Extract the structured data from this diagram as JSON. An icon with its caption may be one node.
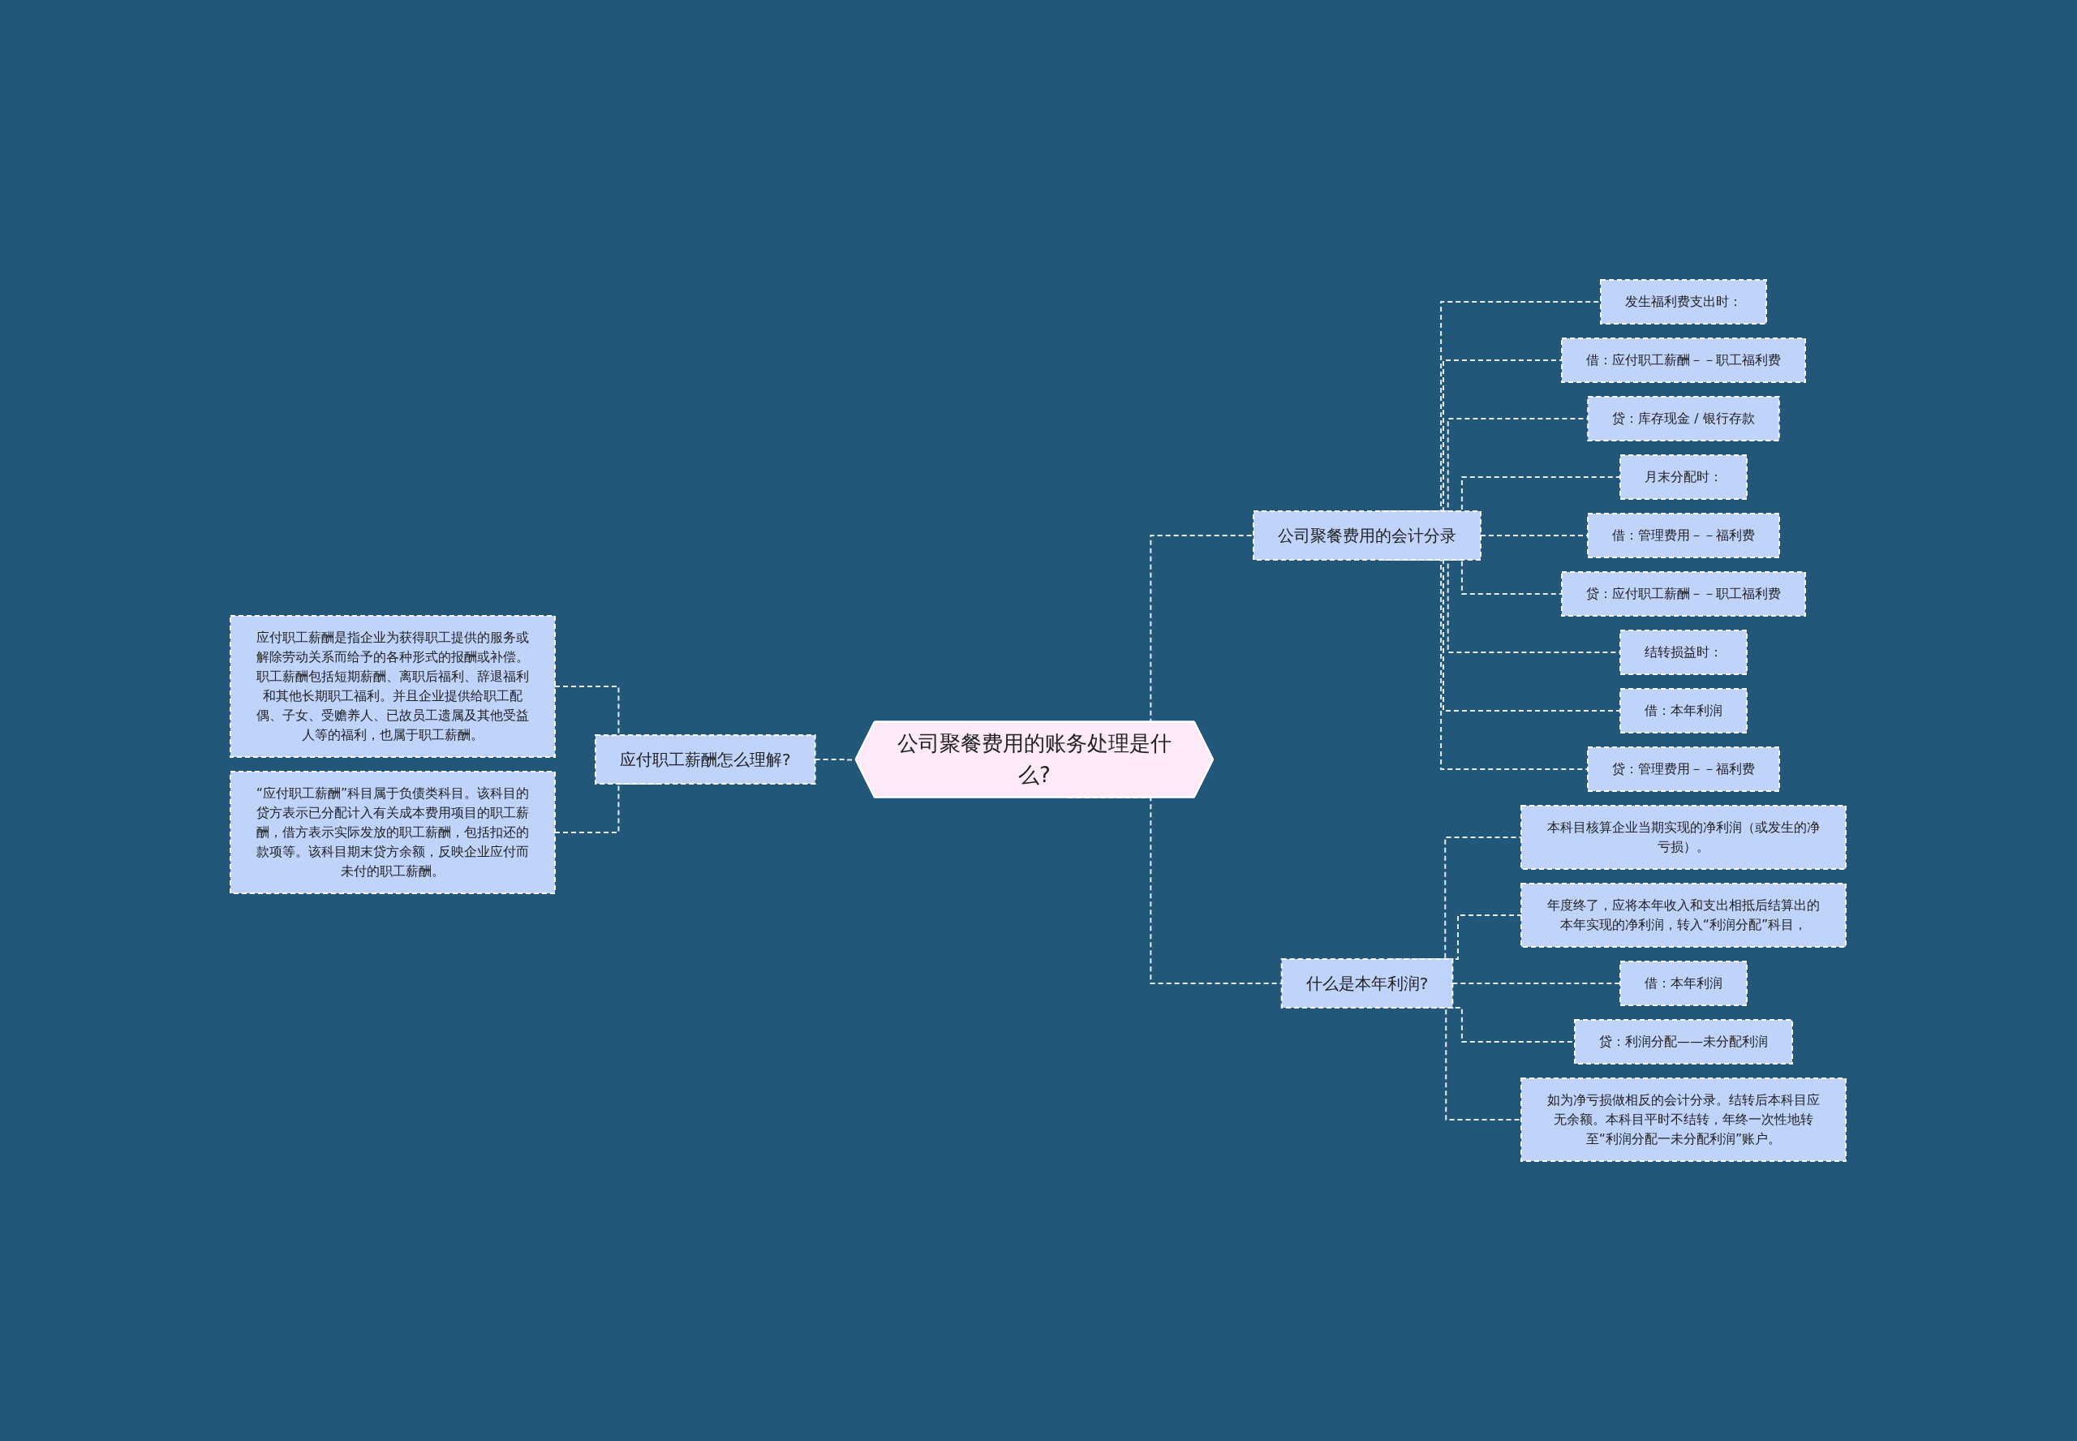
{
  "diagram": {
    "nodes": [
      {
        "text": [
          "公司聚餐费用的账务处理是什么?"
        ]
      },
      {
        "text": [
          "应付职工薪酬怎么理解?"
        ]
      },
      {
        "text": [
          "应付职工薪酬是指企业为获得职工提供的服务或解除劳动关系而给予的各种形式的报酬或补偿。职工薪酬包括短期薪酬、离职后福利、辞退福利和其他长期职工福利。并且企业提供给职工配偶、子女、受赡养人、已故员工遗属及其他受益人等的福利，也属于职工薪酬。"
        ]
      },
      {
        "text": [
          "“应付职工薪酬”科目属于负债类科目。该科目的贷方表示已分配计入有关成本费用项目的职工薪酬，借方表示实际发放的职工薪酬，包括扣还的款项等。该科目期末贷方余额，反映企业应付而未付的职工薪酬。"
        ]
      },
      {
        "text": [
          "公司聚餐费用的会计分录"
        ]
      },
      {
        "text": [
          "发生福利费支出时："
        ]
      },
      {
        "text": [
          "借：应付职工薪酬－－职工福利费"
        ]
      },
      {
        "text": [
          "贷：库存现金 / 银行存款"
        ]
      },
      {
        "text": [
          "月末分配时："
        ]
      },
      {
        "text": [
          "借：管理费用－－福利费"
        ]
      },
      {
        "text": [
          "贷：应付职工薪酬－－职工福利费"
        ]
      },
      {
        "text": [
          "结转损益时："
        ]
      },
      {
        "text": [
          "借：本年利润"
        ]
      },
      {
        "text": [
          "贷：管理费用－－福利费"
        ]
      },
      {
        "text": [
          "什么是本年利润?"
        ]
      },
      {
        "text": [
          "本科目核算企业当期实现的净利润（或发生的净亏损）。"
        ]
      },
      {
        "text": [
          "年度终了，应将本年收入和支出相抵后结算出的本年实现的净利润，转入“利润分配”科目，"
        ]
      },
      {
        "text": [
          "借：本年利润"
        ]
      },
      {
        "text": [
          "贷：利润分配——未分配利润"
        ]
      },
      {
        "text": [
          "如为净亏损做相反的会计分录。结转后本科目应无余额。本科目平时不结转，年终一次性地转至“利润分配一未分配利润”账户。"
        ]
      }
    ],
    "edges": [
      {
        "from": 2,
        "to": 1,
        "arrow": "none",
        "style": "dashed"
      },
      {
        "from": 3,
        "to": 1,
        "arrow": "none",
        "style": "dashed"
      },
      {
        "from": 1,
        "to": 0,
        "arrow": "none",
        "style": "dashed"
      },
      {
        "from": 0,
        "to": 4,
        "arrow": "none",
        "style": "dashed"
      },
      {
        "from": 4,
        "to": 5,
        "arrow": "none",
        "style": "dashed"
      },
      {
        "from": 4,
        "to": 6,
        "arrow": "none",
        "style": "dashed"
      },
      {
        "from": 4,
        "to": 7,
        "arrow": "none",
        "style": "dashed"
      },
      {
        "from": 4,
        "to": 8,
        "arrow": "none",
        "style": "dashed"
      },
      {
        "from": 4,
        "to": 9,
        "arrow": "none",
        "style": "dashed"
      },
      {
        "from": 4,
        "to": 10,
        "arrow": "none",
        "style": "dashed"
      },
      {
        "from": 4,
        "to": 11,
        "arrow": "none",
        "style": "dashed"
      },
      {
        "from": 4,
        "to": 12,
        "arrow": "none",
        "style": "dashed"
      },
      {
        "from": 4,
        "to": 13,
        "arrow": "none",
        "style": "dashed"
      },
      {
        "from": 0,
        "to": 14,
        "arrow": "none",
        "style": "dashed"
      },
      {
        "from": 14,
        "to": 15,
        "arrow": "none",
        "style": "dashed"
      },
      {
        "from": 14,
        "to": 16,
        "arrow": "none",
        "style": "dashed"
      },
      {
        "from": 14,
        "to": 17,
        "arrow": "none",
        "style": "dashed"
      },
      {
        "from": 14,
        "to": 18,
        "arrow": "none",
        "style": "dashed"
      },
      {
        "from": 14,
        "to": 19,
        "arrow": "none",
        "style": "dashed"
      }
    ]
  }
}
